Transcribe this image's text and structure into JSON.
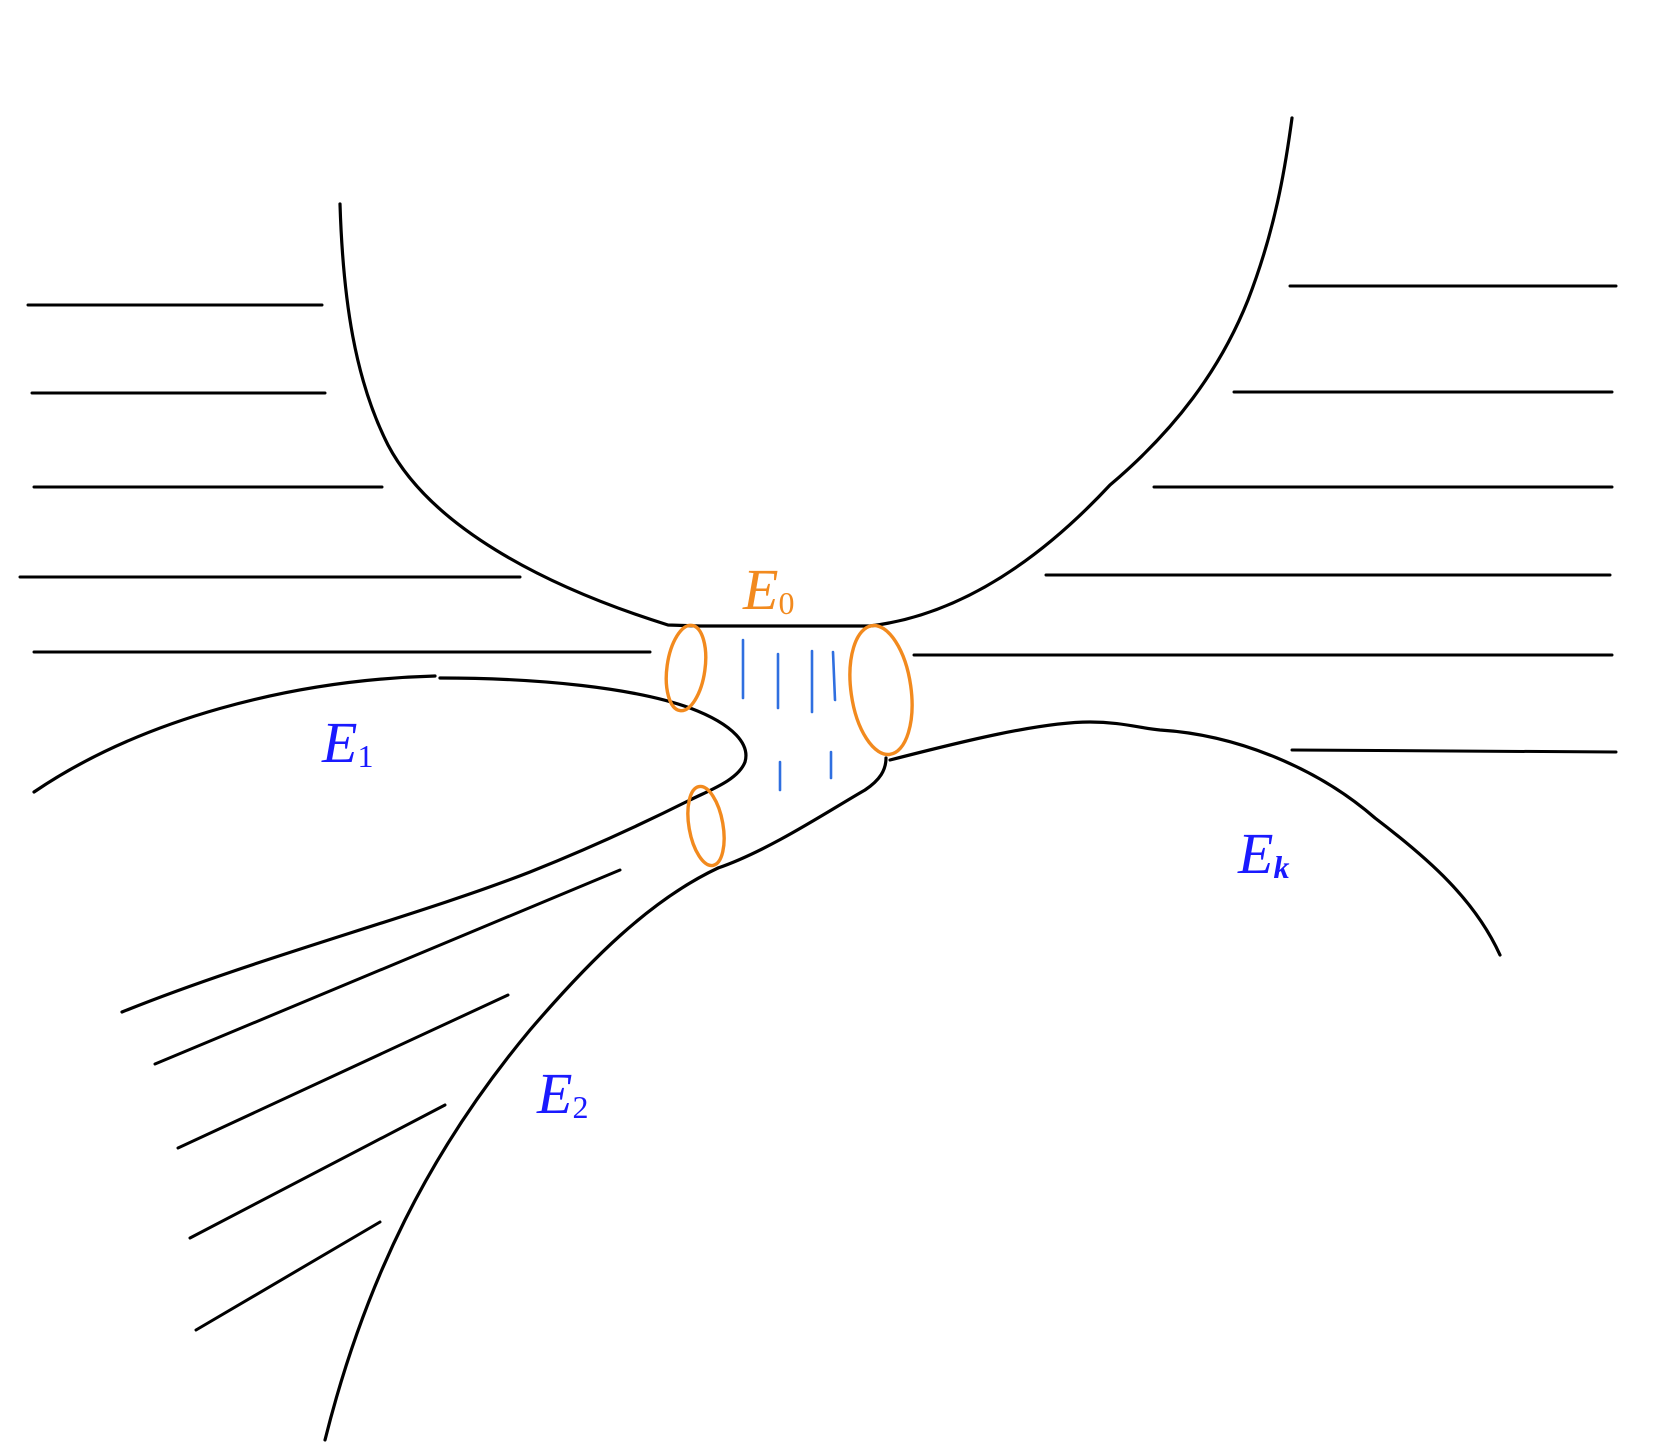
{
  "colors": {
    "ends": "#1a1aff",
    "core": "#f28a1e",
    "core_ticks": "#2f6fe0",
    "lines": "#000000"
  },
  "labels": {
    "e0": {
      "main": "E",
      "sub": "0"
    },
    "e1": {
      "main": "E",
      "sub": "1"
    },
    "e2": {
      "main": "E",
      "sub": "2"
    },
    "ek": {
      "main": "E",
      "sub": "k"
    }
  }
}
